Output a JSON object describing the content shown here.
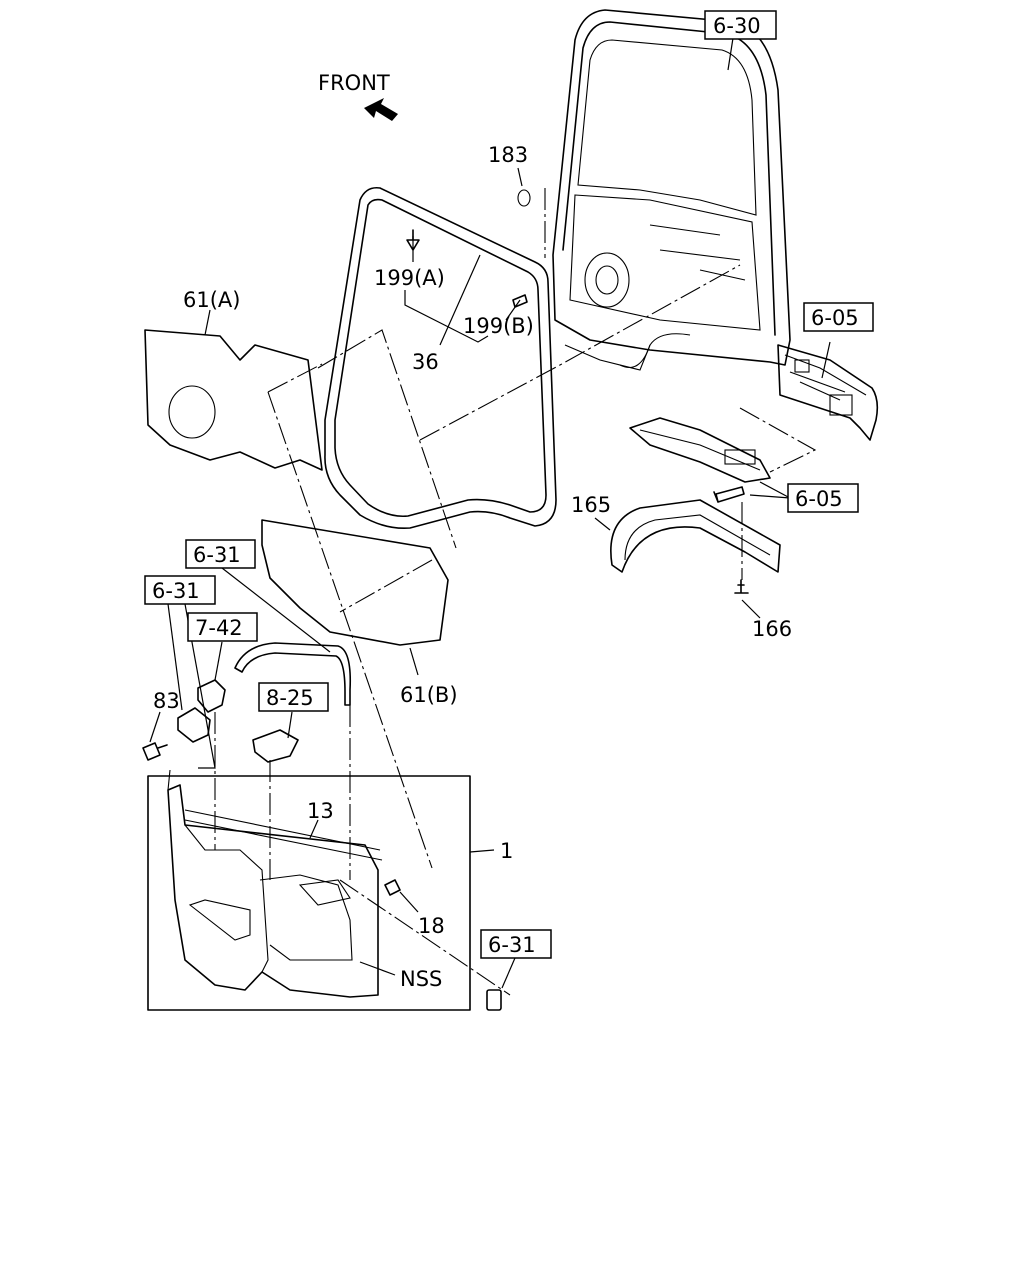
{
  "front_label": "FRONT",
  "callouts": {
    "c183": "183",
    "c199a": "199(A)",
    "c199b": "199(B)",
    "c36": "36",
    "c61a": "61(A)",
    "c61b": "61(B)",
    "c165": "165",
    "c166": "166",
    "c83": "83",
    "c13": "13",
    "c1": "1",
    "c18": "18",
    "nss": "NSS"
  },
  "boxed_refs": {
    "r630": "6-30",
    "r605a": "6-05",
    "r605b": "6-05",
    "r631a": "6-31",
    "r631b": "6-31",
    "r631c": "6-31",
    "r742": "7-42",
    "r825": "8-25"
  }
}
